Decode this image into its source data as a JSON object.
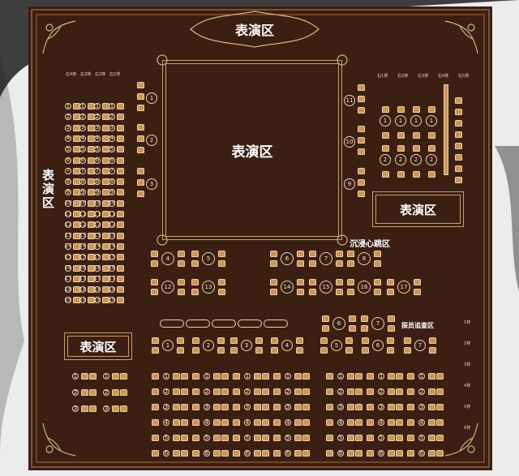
{
  "labels": {
    "stage": "表演区",
    "zone_heart": "沉浸心跳区",
    "zone_detective": "探员追查区"
  },
  "left_cols": [
    "右4排",
    "右3排",
    "右2排",
    "右1排"
  ],
  "right_cols": [
    "右1排",
    "右2排",
    "右3排",
    "右4排",
    "右5排"
  ],
  "row_labels": [
    "1排",
    "2排",
    "3排",
    "4排",
    "5排",
    "6排"
  ],
  "left_rows": [
    "1",
    "2",
    "3",
    "4",
    "5",
    "6",
    "7",
    "8",
    "9",
    "10",
    "11",
    "12",
    "13",
    "14",
    "15",
    "16",
    "17",
    "18",
    "19"
  ],
  "left_tables": [
    "1",
    "2",
    "3"
  ],
  "right_tables": [
    "11",
    "10",
    "9"
  ],
  "heart_row1": [
    "4",
    "5",
    "6",
    "7",
    "8"
  ],
  "heart_row2": [
    "12",
    "13",
    "14",
    "15",
    "16",
    "17"
  ],
  "det_row0": [
    "6",
    "7"
  ],
  "det_row1": [
    "1",
    "2",
    "3",
    "4",
    "5",
    "6",
    "7"
  ],
  "grid_nums": [
    "1",
    "2",
    "3",
    "4",
    "5",
    "6"
  ],
  "right_upper": [
    "1",
    "1",
    "1",
    "1"
  ],
  "right_lower": [
    "2",
    "2",
    "2",
    "2"
  ],
  "colors": {
    "board": "#3b1f13",
    "gold": "#c9955a",
    "cream": "#f1d2a2"
  }
}
